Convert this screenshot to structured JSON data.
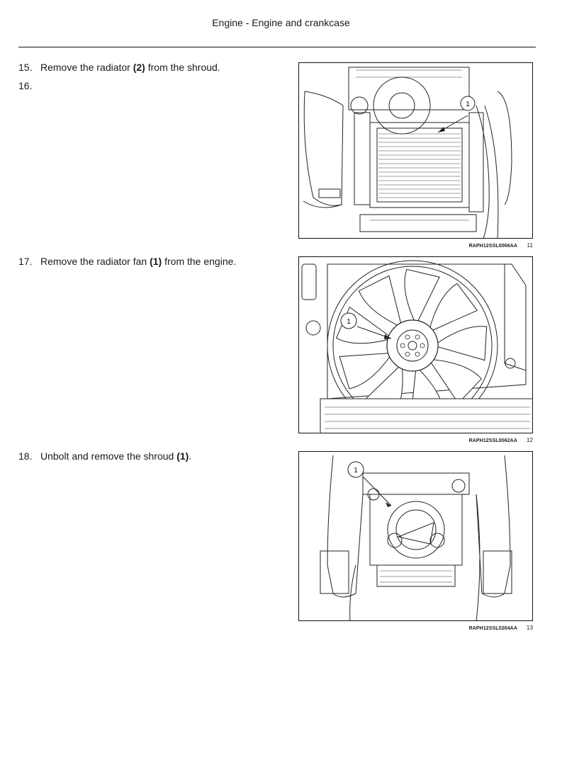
{
  "header": {
    "title": "Engine - Engine and crankcase"
  },
  "steps": [
    {
      "number": "15.",
      "pre": "Remove the radiator ",
      "bold": "(2)",
      "post": " from the shroud."
    },
    {
      "number": "16.",
      "pre": "",
      "bold": "",
      "post": ""
    },
    {
      "number": "17.",
      "pre": "Remove the radiator fan ",
      "bold": "(1)",
      "post": " from the engine."
    },
    {
      "number": "18.",
      "pre": "Unbolt and remove the shroud ",
      "bold": "(1)",
      "post": "."
    }
  ],
  "figures": [
    {
      "caption": "RAPH12SSL0066AA",
      "number": "11",
      "callout": "1"
    },
    {
      "caption": "RAPH12SSL0062AA",
      "number": "12",
      "callout": "1"
    },
    {
      "caption": "RAPH12SSL0264AA",
      "number": "13",
      "callout": "1"
    }
  ]
}
